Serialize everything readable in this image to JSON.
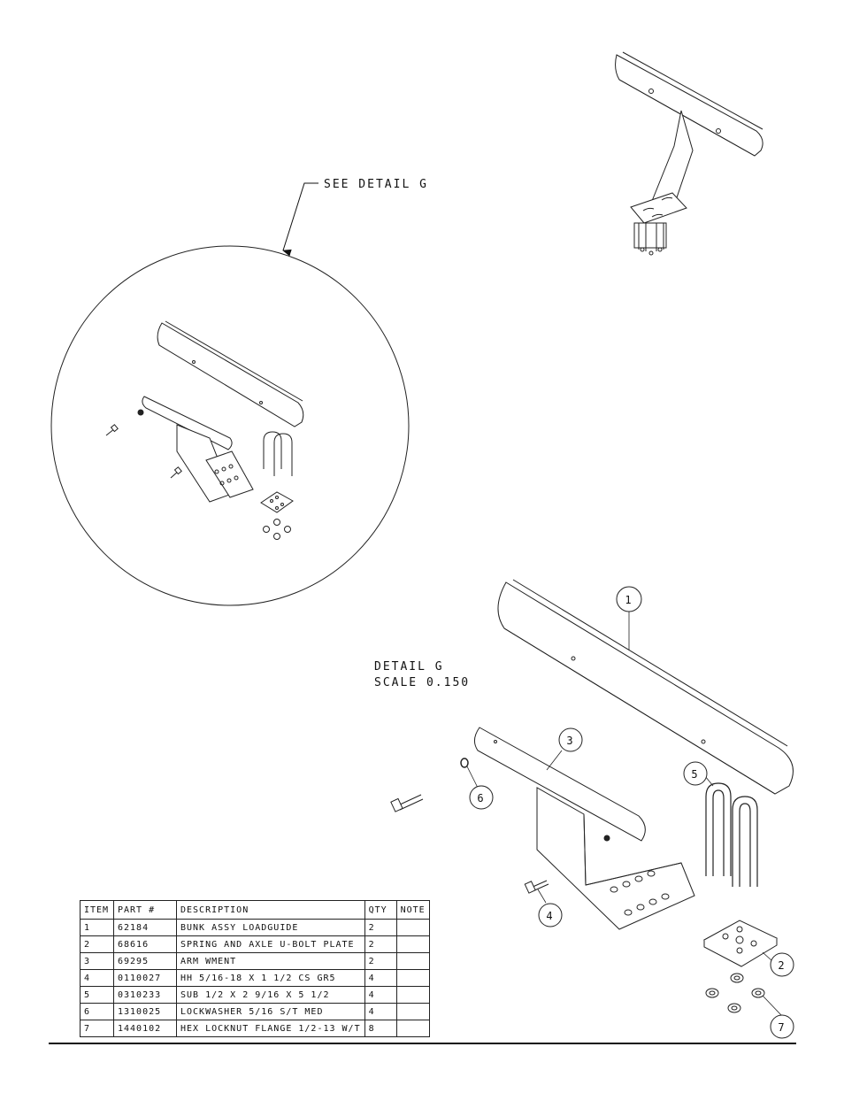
{
  "callouts": {
    "see_detail": "SEE DETAIL G",
    "detail_title": "DETAIL G",
    "detail_scale": "SCALE 0.150"
  },
  "balloons": [
    "1",
    "3",
    "5",
    "6",
    "4",
    "2",
    "7"
  ],
  "bom": {
    "headers": [
      "ITEM",
      "PART #",
      "DESCRIPTION",
      "QTY",
      "NOTE"
    ],
    "rows": [
      {
        "item": "1",
        "part": "62184",
        "description": "BUNK ASSY LOADGUIDE",
        "qty": "2",
        "note": ""
      },
      {
        "item": "2",
        "part": "68616",
        "description": "SPRING AND AXLE U-BOLT PLATE",
        "qty": "2",
        "note": ""
      },
      {
        "item": "3",
        "part": "69295",
        "description": "ARM WMENT",
        "qty": "2",
        "note": ""
      },
      {
        "item": "4",
        "part": "0110027",
        "description": "HH 5/16-18 X 1 1/2 CS GR5",
        "qty": "4",
        "note": ""
      },
      {
        "item": "5",
        "part": "0310233",
        "description": "SUB 1/2 X 2 9/16 X 5 1/2",
        "qty": "4",
        "note": ""
      },
      {
        "item": "6",
        "part": "1310025",
        "description": "LOCKWASHER 5/16 S/T MED",
        "qty": "4",
        "note": ""
      },
      {
        "item": "7",
        "part": "1440102",
        "description": "HEX LOCKNUT FLANGE 1/2-13 W/T",
        "qty": "8",
        "note": ""
      }
    ]
  }
}
